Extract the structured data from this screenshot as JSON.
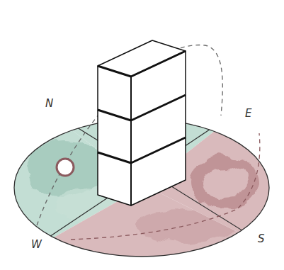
{
  "diagram": {
    "labels": [
      "N",
      "E",
      "W",
      "S"
    ]
  }
}
